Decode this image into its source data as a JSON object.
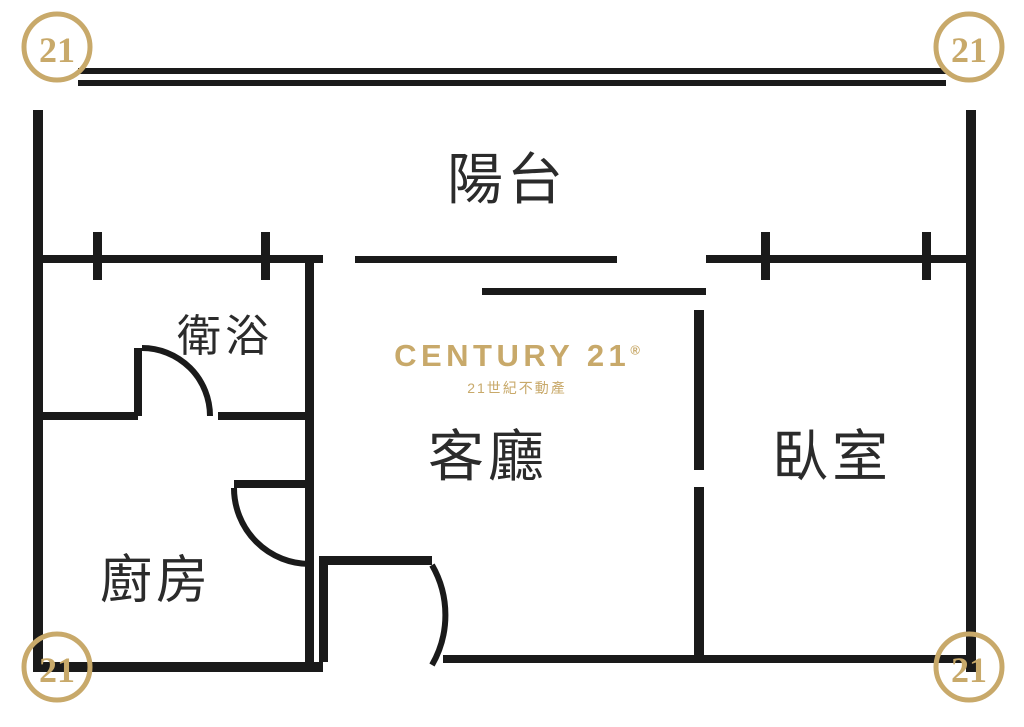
{
  "document": {
    "type": "floor-plan",
    "background_color": "#ffffff",
    "line_color": "#1a1a1a"
  },
  "brand": {
    "name": "CENTURY 21",
    "registered_mark": "®",
    "tagline": "21世紀不動產",
    "color": "#c8a96a",
    "corner_logo_text": "21"
  },
  "rooms": [
    {
      "id": "balcony",
      "label": "陽台"
    },
    {
      "id": "bathroom",
      "label": "衛浴"
    },
    {
      "id": "living-room",
      "label": "客廳"
    },
    {
      "id": "bedroom",
      "label": "臥室"
    },
    {
      "id": "kitchen",
      "label": "廚房"
    }
  ]
}
